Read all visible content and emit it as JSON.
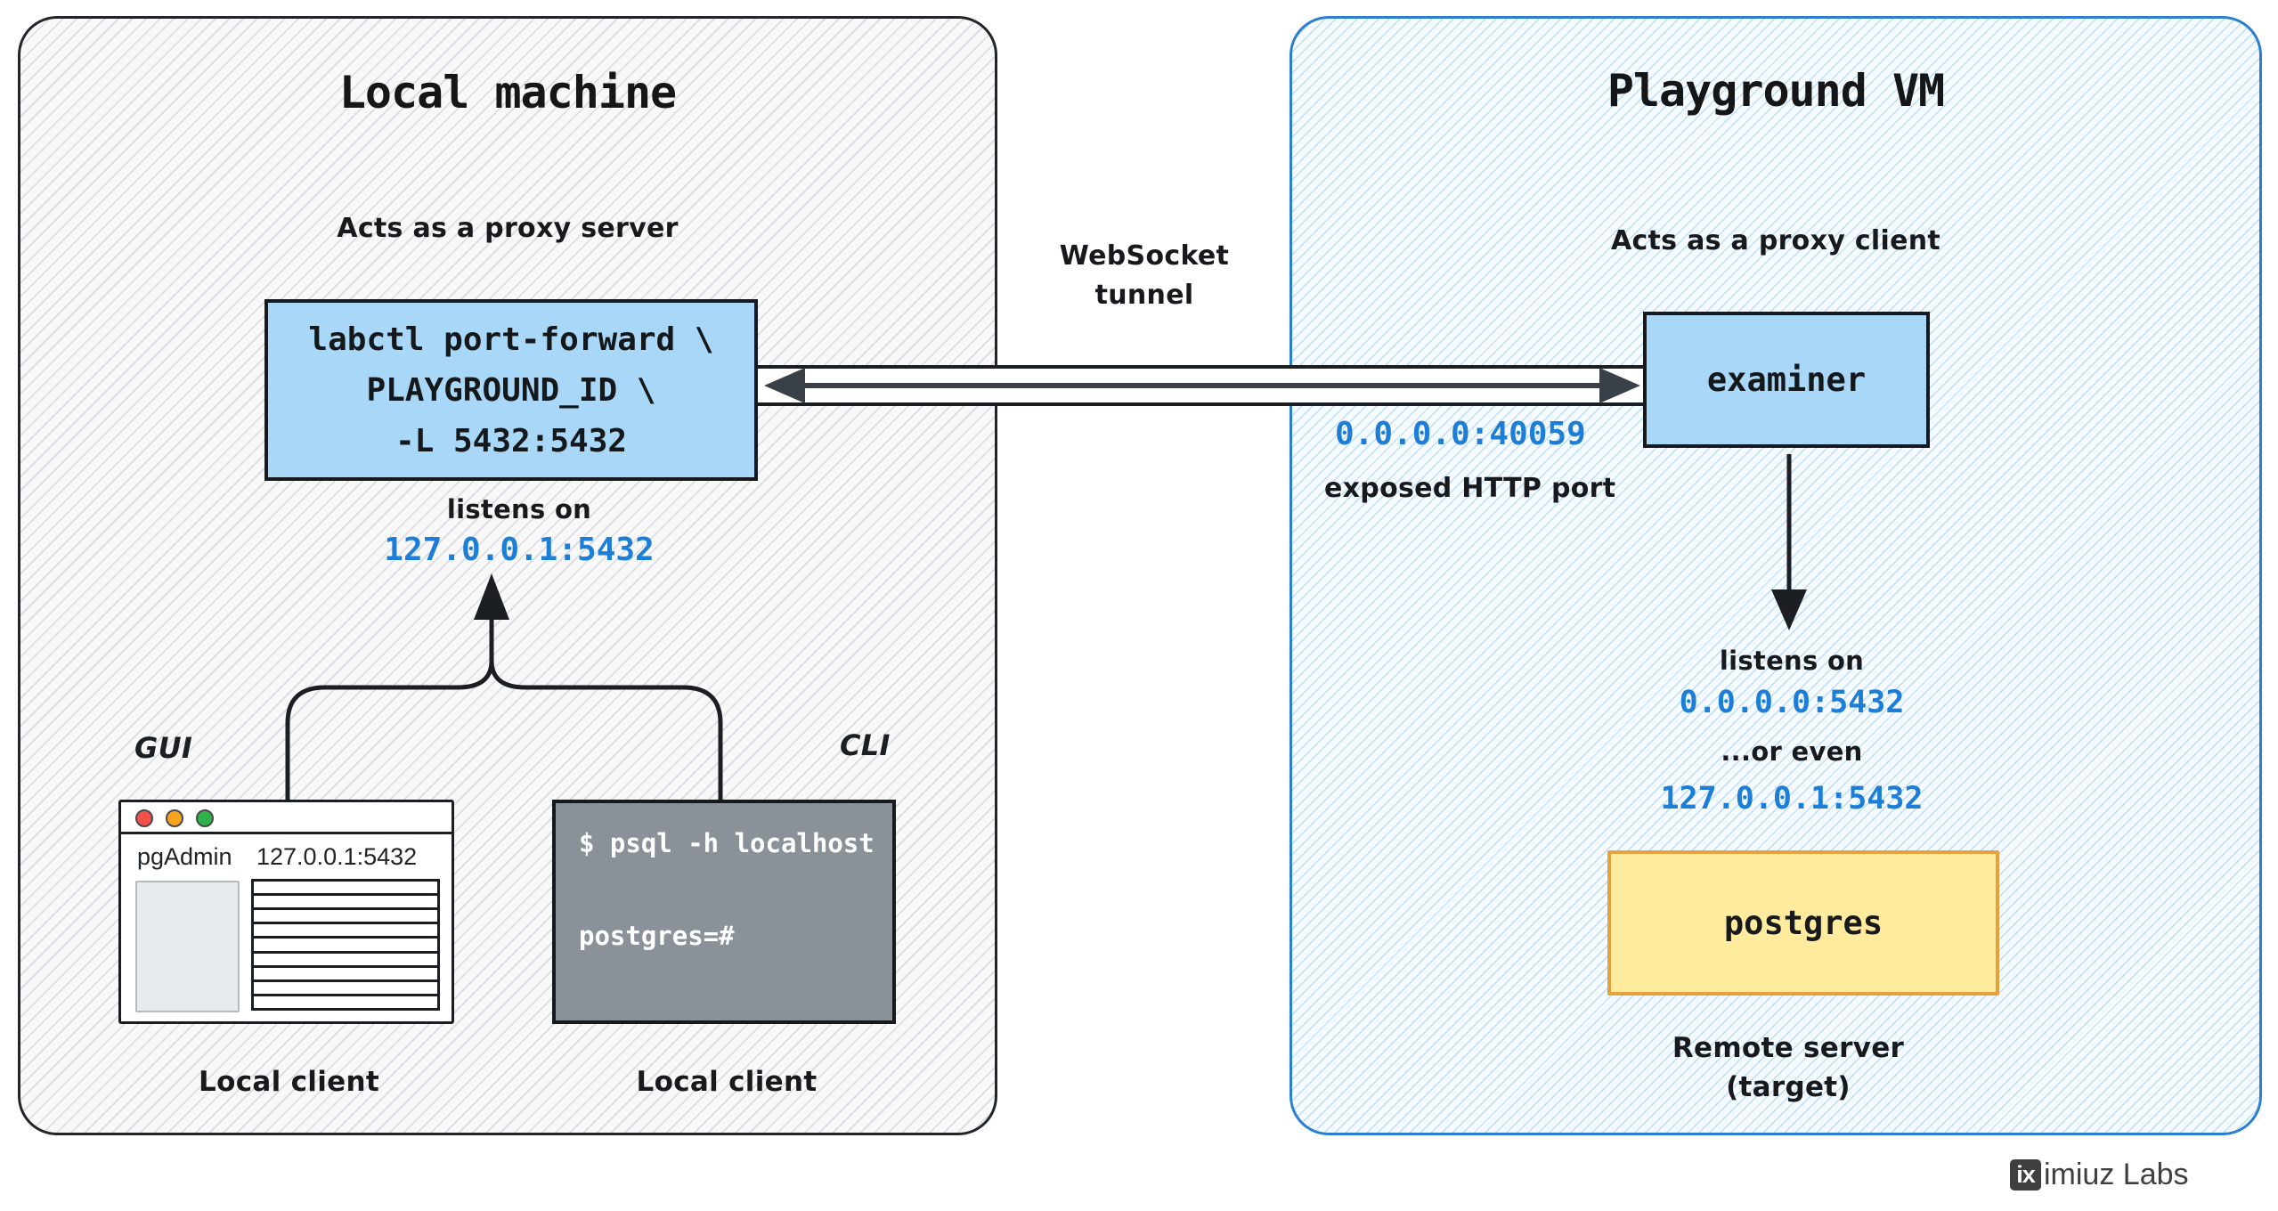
{
  "local_panel": {
    "title": "Local machine",
    "role_note": "Acts as a proxy server",
    "command_box": {
      "lines": [
        "labctl port-forward \\",
        "PLAYGROUND_ID \\",
        "-L 5432:5432"
      ]
    },
    "listens_label": "listens on",
    "listen_address": "127.0.0.1:5432",
    "gui_label": "GUI",
    "cli_label": "CLI",
    "pgadmin": {
      "app_name": "pgAdmin",
      "address": "127.0.0.1:5432"
    },
    "terminal": {
      "lines": [
        "$ psql -h localhost",
        "postgres=#"
      ]
    },
    "gui_caption": "Local client",
    "cli_caption": "Local client"
  },
  "tunnel": {
    "label_line1": "WebSocket",
    "label_line2": "tunnel"
  },
  "vm_panel": {
    "title": "Playground VM",
    "role_note": "Acts as a proxy client",
    "examiner_label": "examiner",
    "exposed_address": "0.0.0.0:40059",
    "exposed_note": "exposed HTTP port",
    "listens_label": "listens on",
    "listen_address_primary": "0.0.0.0:5432",
    "or_even_label": "...or even",
    "listen_address_alt": "127.0.0.1:5432",
    "postgres_label": "postgres",
    "target_caption_line1": "Remote server",
    "target_caption_line2": "(target)"
  },
  "footer": {
    "logo_monogram": "ix",
    "logo_text": "imiuz Labs"
  },
  "colors": {
    "accent_blue_text": "#1c7ed6",
    "box_blue_fill": "#a9d7f7",
    "panel_right_border": "#2b7fd0",
    "postgres_fill": "#ffeb9e",
    "postgres_border": "#e6a23c",
    "terminal_fill": "#8a9199",
    "ink": "#1b1f24",
    "traffic_red": "#f4504a",
    "traffic_yellow": "#f6a41d",
    "traffic_green": "#2fb14c"
  }
}
